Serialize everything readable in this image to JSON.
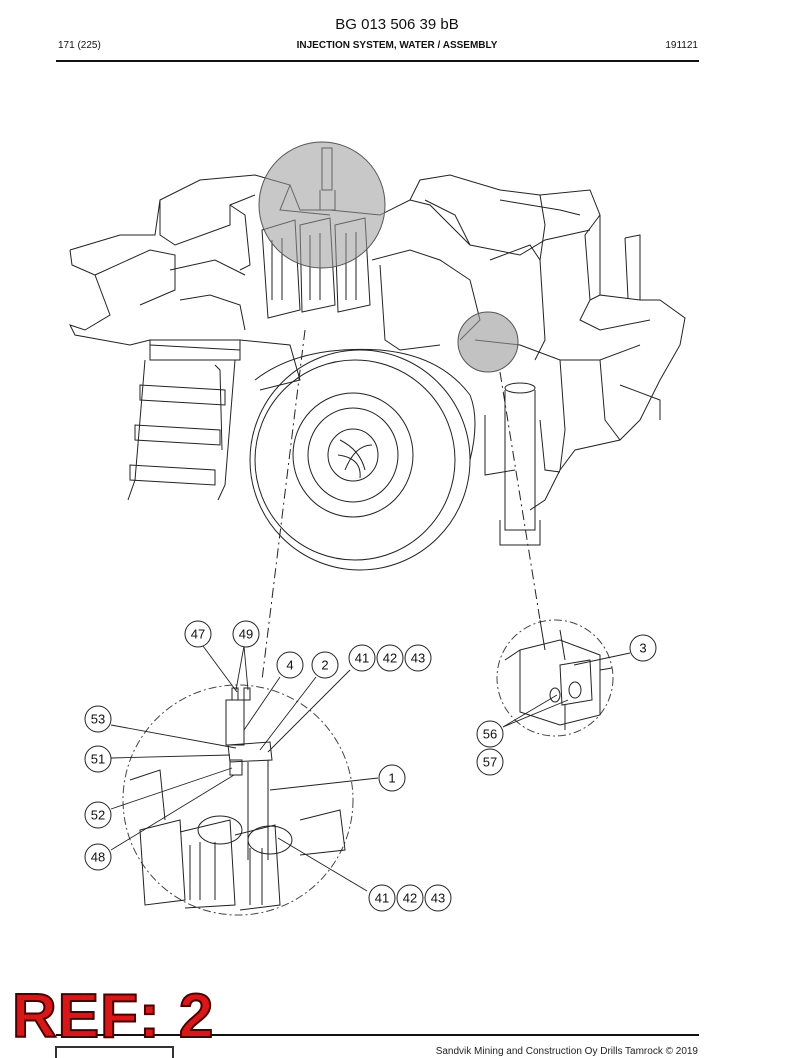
{
  "header": {
    "doc_number": "BG 013 506 39 bB",
    "page": "171 (225)",
    "section_title": "INJECTION SYSTEM, WATER / ASSEMBLY",
    "date_code": "191121"
  },
  "callouts": {
    "c47": "47",
    "c49": "49",
    "c4": "4",
    "c2": "2",
    "c41a": "41",
    "c42a": "42",
    "c43a": "43",
    "c53": "53",
    "c51": "51",
    "c52": "52",
    "c48": "48",
    "c1": "1",
    "c41b": "41",
    "c42b": "42",
    "c43b": "43",
    "c3": "3",
    "c56": "56",
    "c57": "57"
  },
  "stamp": {
    "text": "REF: 2",
    "color": "#d81818"
  },
  "footer": {
    "copyright": "Sandvik Mining and Construction Oy Drills Tamrock © 2019"
  }
}
